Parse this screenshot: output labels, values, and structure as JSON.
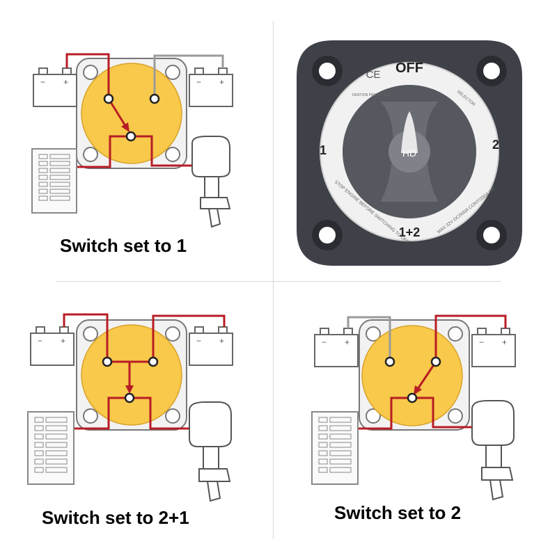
{
  "captions": {
    "set_to_1": "Switch set to 1",
    "set_to_2_plus_1": "Switch set to 2+1",
    "set_to_2": "Switch set to 2"
  },
  "switch_photo": {
    "off_label": "OFF",
    "position_1": "1",
    "position_2": "2",
    "position_both": "1+2",
    "hd_label": "HD",
    "ce_mark": "CE",
    "ignition_label": "IGNITION PROTECTED",
    "selector_label": "SELECTOR",
    "warning_text": "STOP ENGINE BEFORE SWITCHING TO OFF",
    "rating_text": "MAX 32V DC/500A CONT/200A INT"
  },
  "colors": {
    "knob_yellow": "#f8c94a",
    "wire_red": "#b81c24",
    "wire_gray": "#9a9a9a",
    "switch_body": "#3f4149",
    "dial_face": "#f1f1f1"
  }
}
